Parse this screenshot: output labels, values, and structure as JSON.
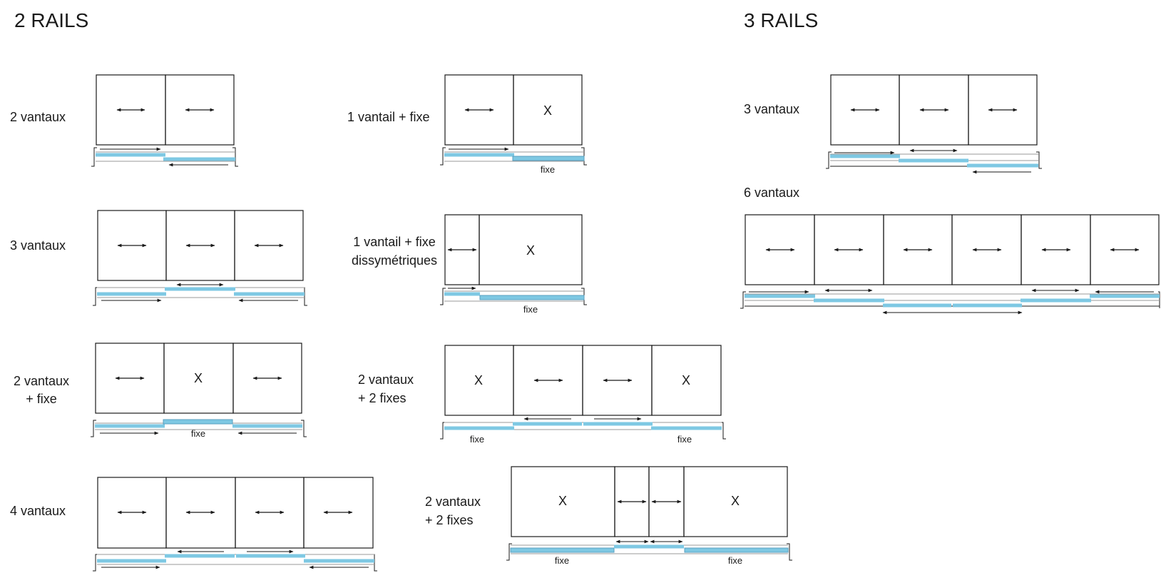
{
  "sections": {
    "two_rails": "2 RAILS",
    "three_rails": "3 RAILS"
  },
  "labels": {
    "fixe": "fixe",
    "fixed_panel": "X"
  },
  "configurations": {
    "two_rails": {
      "c1": {
        "label": [
          "2 vantaux"
        ]
      },
      "c2": {
        "label": [
          "3 vantaux"
        ]
      },
      "c3": {
        "label": [
          "2 vantaux",
          "+ fixe"
        ]
      },
      "c4": {
        "label": [
          "4 vantaux"
        ]
      },
      "c5": {
        "label": [
          "1 vantail + fixe"
        ]
      },
      "c6": {
        "label": [
          "1 vantail + fixe",
          "dissymétriques"
        ]
      },
      "c7": {
        "label": [
          "2 vantaux",
          "+ 2 fixes"
        ]
      },
      "c8": {
        "label": [
          "2 vantaux",
          "+ 2 fixes"
        ]
      }
    },
    "three_rails": {
      "c9": {
        "label": [
          "3 vantaux"
        ]
      },
      "c10": {
        "label": [
          "6 vantaux"
        ]
      }
    }
  },
  "colors": {
    "line": "#1a1a1a",
    "rail": "#7ec8e3",
    "rail_outline": "#5a9fbf",
    "guide": "#9a9a9a"
  },
  "icons": {
    "sliding": "double-arrow-icon",
    "fixed": "x-mark",
    "direction": "arrow-icon"
  }
}
